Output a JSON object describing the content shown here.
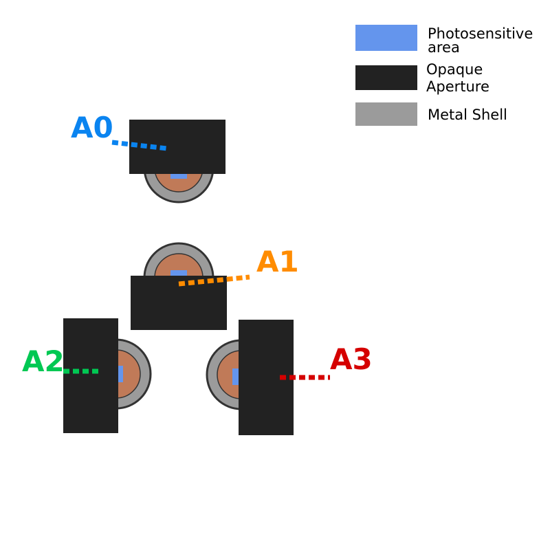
{
  "colors": {
    "photosensitive": "#6495ED",
    "aperture": "#222222",
    "metal_shell": "#9B9B9B",
    "shell_outline": "#333333",
    "die": "#C07A58",
    "a0": "#0A84F0",
    "a1": "#FF8C00",
    "a2": "#00C853",
    "a3": "#D50000"
  },
  "legend": {
    "photosensitive": [
      "Photosensitive",
      "area"
    ],
    "aperture": [
      "Opaque",
      "Aperture"
    ],
    "shell": "Metal Shell"
  },
  "labels": {
    "a0": "A0",
    "a1": "A1",
    "a2": "A2",
    "a3": "A3"
  }
}
